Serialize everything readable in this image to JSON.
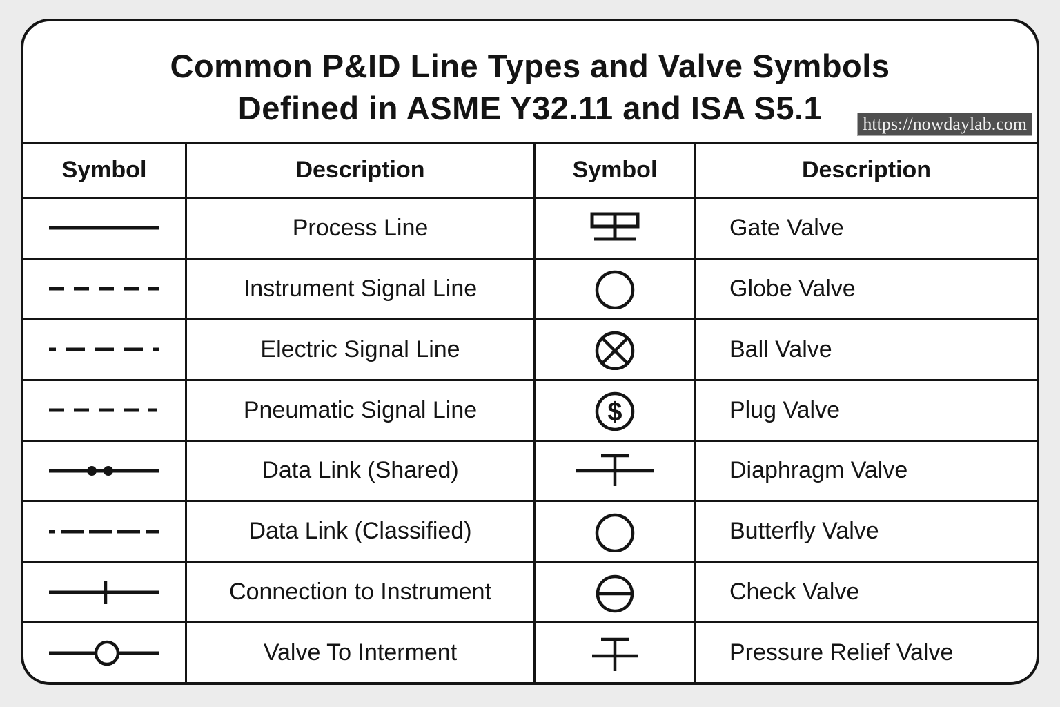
{
  "title": {
    "line1": "Common P&ID Line Types and Valve Symbols",
    "line2": "Defined in ASME Y32.11 and ISA S5.1"
  },
  "watermark": {
    "text": "https://nowdaylab.com"
  },
  "colors": {
    "ink": "#141414",
    "card_bg": "#ffffff",
    "page_bg": "#ececec",
    "watermark_bg": "#4f4f4f",
    "watermark_fg": "#f2f2f2"
  },
  "icons": {
    "plug_valve_glyph": "$"
  },
  "table": {
    "headers": [
      "Symbol",
      "Description",
      "Symbol",
      "Description"
    ],
    "rows": [
      {
        "line_symbol": "process-line-solid",
        "line_desc": "Process Line",
        "valve_symbol": "gate-valve",
        "valve_desc": "Gate Valve"
      },
      {
        "line_symbol": "instrument-signal-dashed",
        "line_desc": "Instrument Signal Line",
        "valve_symbol": "globe-valve",
        "valve_desc": "Globe Valve"
      },
      {
        "line_symbol": "electric-signal-dash-dot",
        "line_desc": "Electric Signal Line",
        "valve_symbol": "ball-valve",
        "valve_desc": "Ball Valve"
      },
      {
        "line_symbol": "pneumatic-signal-dashed",
        "line_desc": "Pneumatic Signal Line",
        "valve_symbol": "plug-valve",
        "valve_desc": "Plug Valve"
      },
      {
        "line_symbol": "data-link-shared",
        "line_desc": "Data Link (Shared)",
        "valve_symbol": "diaphragm-valve",
        "valve_desc": "Diaphragm Valve"
      },
      {
        "line_symbol": "data-link-classified",
        "line_desc": "Data Link (Classified)",
        "valve_symbol": "butterfly-valve",
        "valve_desc": "Butterfly Valve"
      },
      {
        "line_symbol": "connection-to-instrument",
        "line_desc": "Connection to Instrument",
        "valve_symbol": "check-valve",
        "valve_desc": "Check Valve"
      },
      {
        "line_symbol": "valve-to-interment",
        "line_desc": "Valve To Interment",
        "valve_symbol": "pressure-relief-valve",
        "valve_desc": "Pressure Relief Valve"
      }
    ]
  }
}
